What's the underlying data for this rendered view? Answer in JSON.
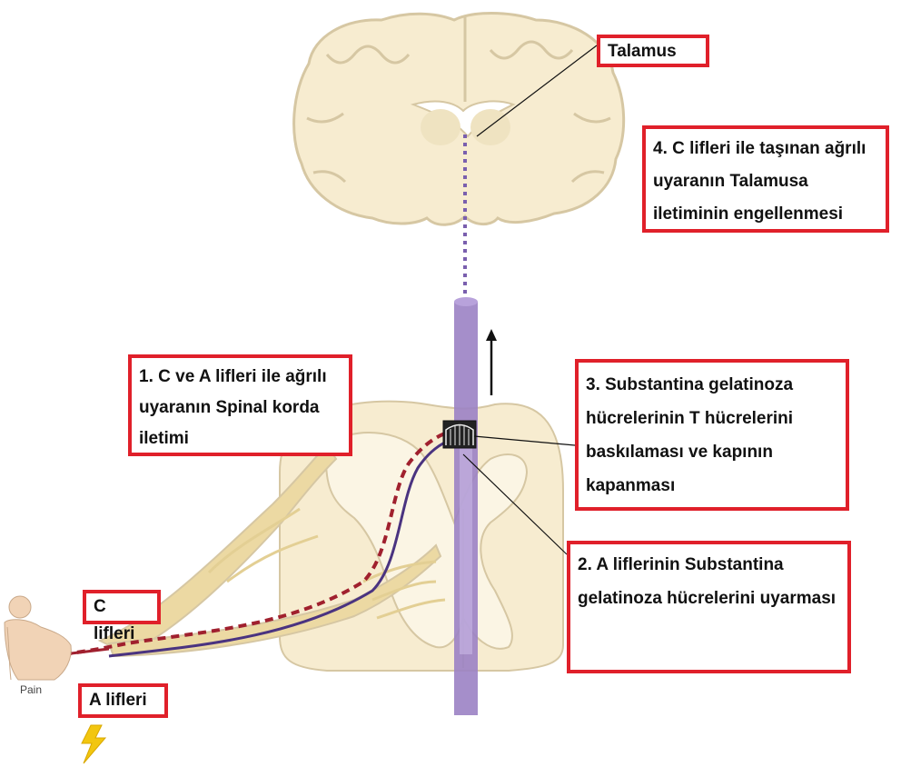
{
  "labels": {
    "talamus": "Talamus",
    "step4": "4. C lifleri ile taşınan ağrılı uyaranın Talamusa iletiminin engellenmesi",
    "step1": "1. C  ve A lifleri ile ağrılı uyaranın Spinal korda iletimi",
    "step3": "3. Substantina gelatinoza hücrelerinin T hücrelerini baskılaması ve kapının kapanması",
    "step2": "2. A liflerinin Substantina gelatinoza hücrelerini uyarması",
    "c_lifleri": "C lifleri",
    "a_lifleri": "A lifleri",
    "pain": "Pain"
  },
  "colors": {
    "tissue": "#f7ecd0",
    "tissue_outline": "#d6c7a3",
    "grey_matter": "#fbf5e4",
    "nerve": "#ecd9a3",
    "c_fiber": "#a0202e",
    "a_fiber": "#4a3380",
    "tract": "#9b82c4",
    "label_border": "#e0202a",
    "lightning": "#f2c60f"
  },
  "icons": [
    "brain-section",
    "spinal-cord-section",
    "gate-icon",
    "up-arrow-icon",
    "lightning-icon",
    "human-back-figure"
  ]
}
